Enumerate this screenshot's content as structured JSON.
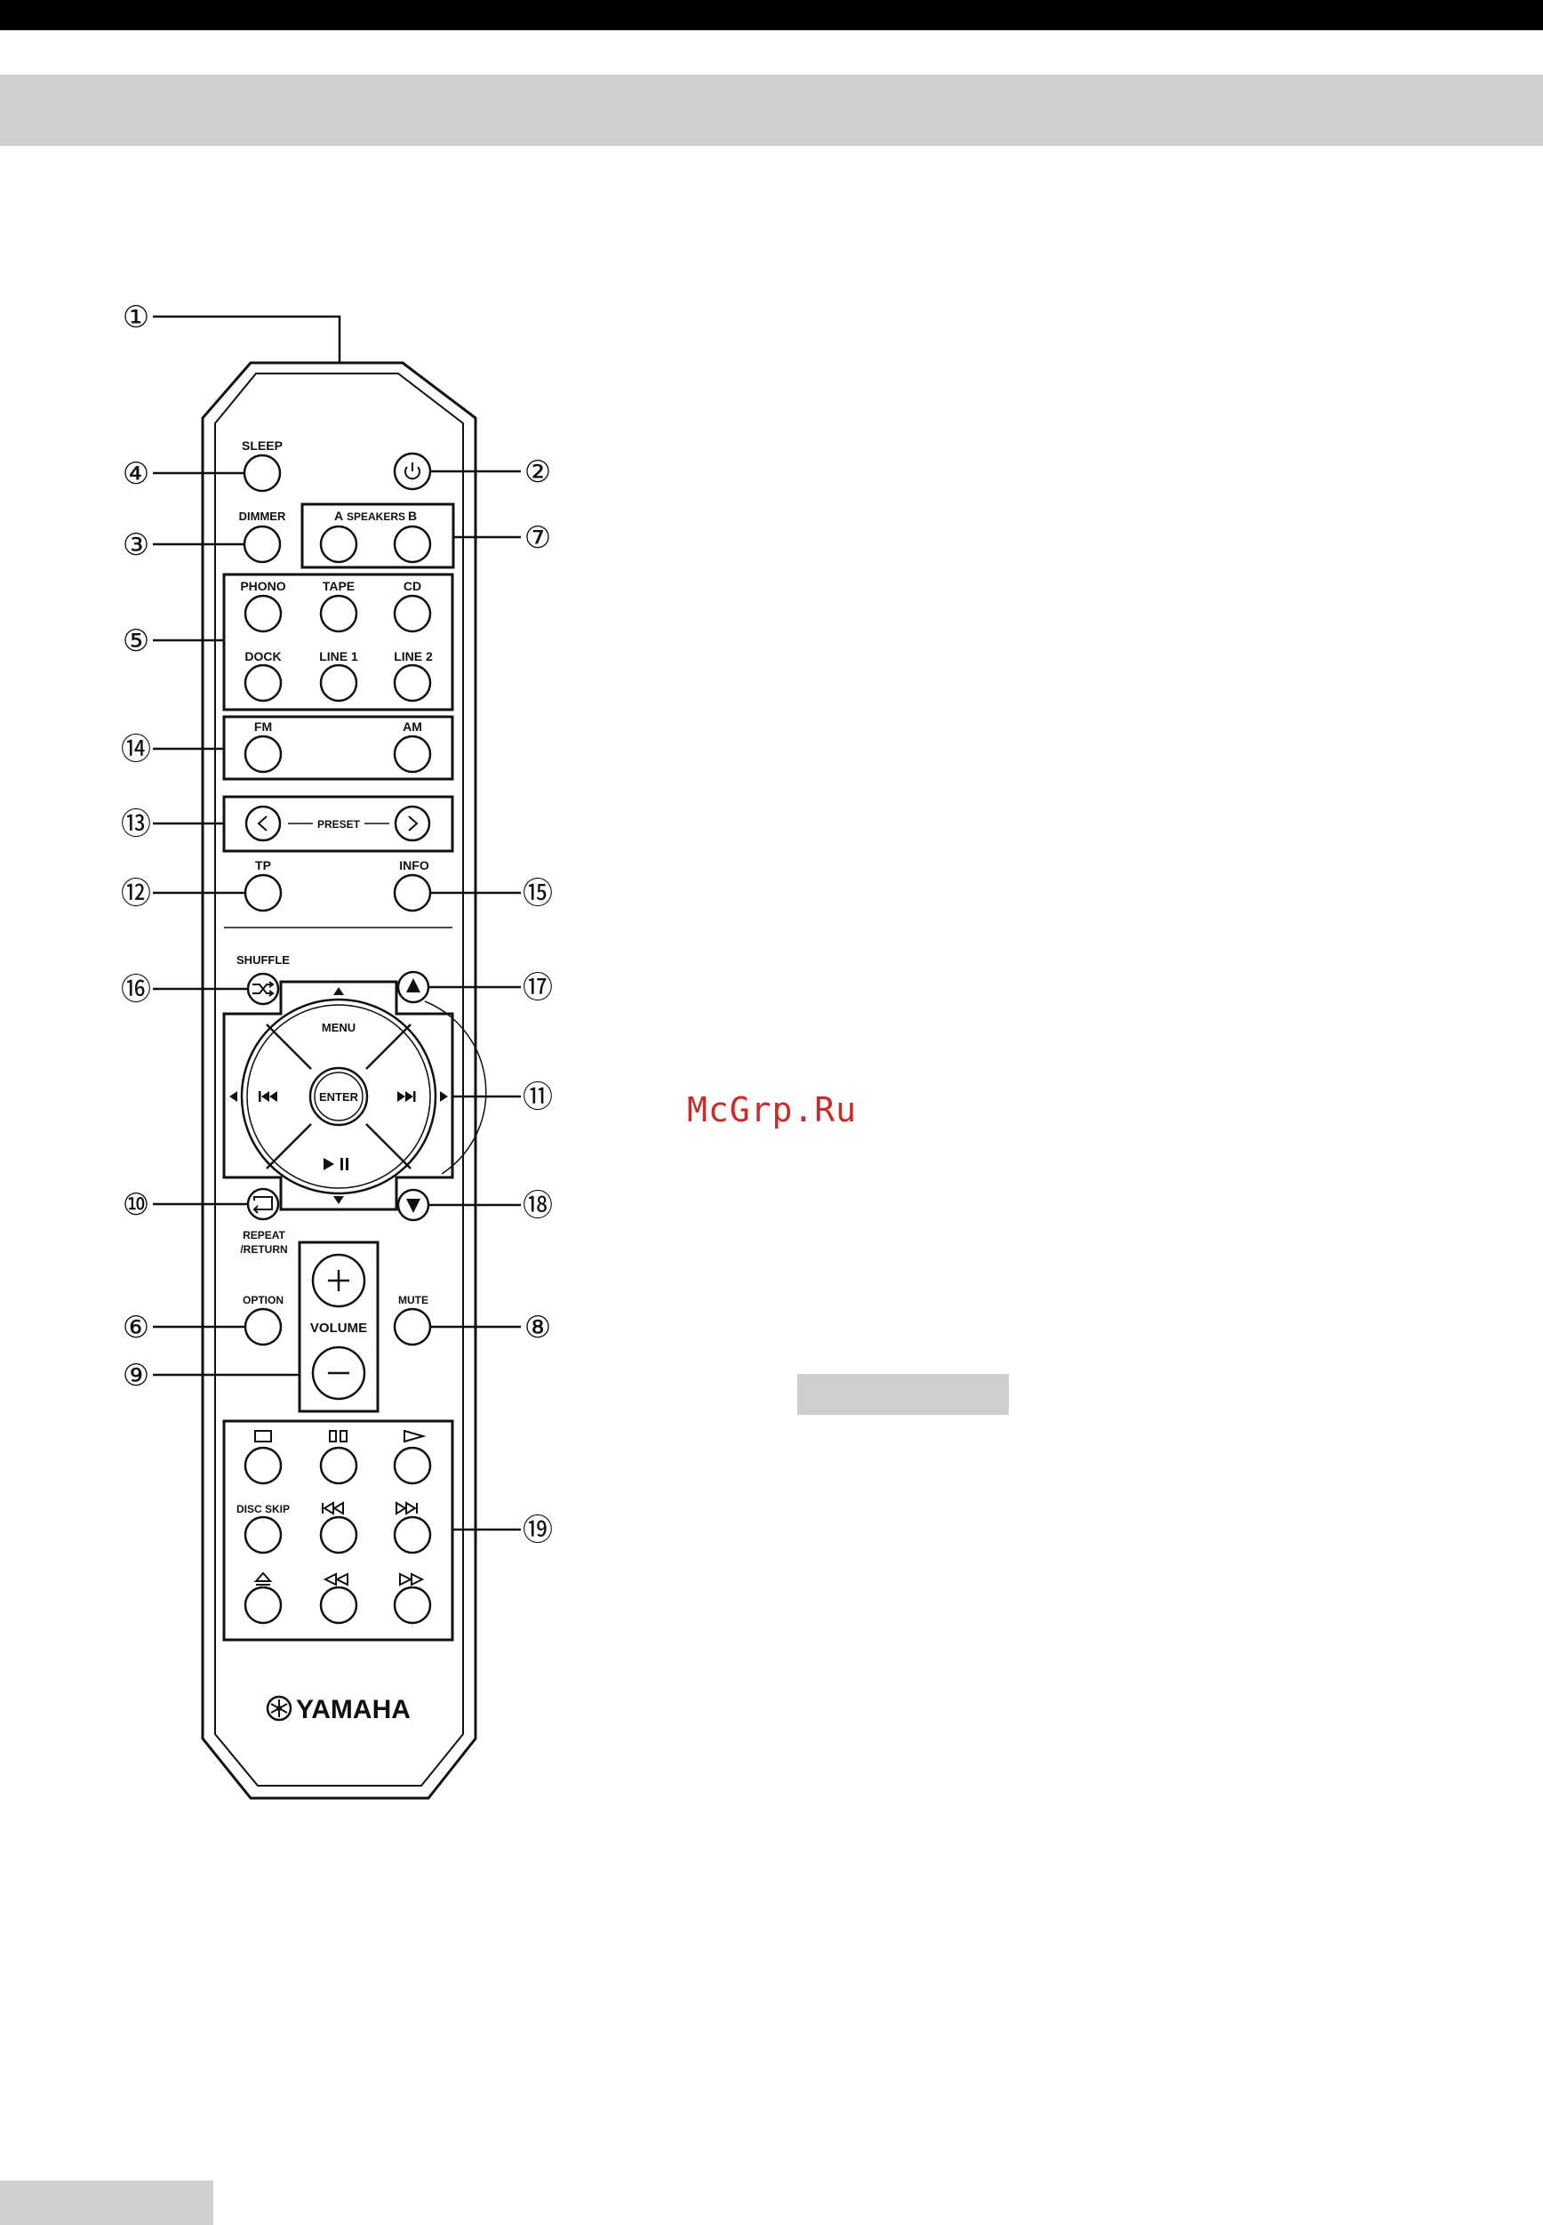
{
  "watermark": "McGrp.Ru",
  "remote": {
    "buttons": {
      "sleep": "SLEEP",
      "dimmer": "DIMMER",
      "speakers_a": "A",
      "speakers": "SPEAKERS",
      "speakers_b": "B",
      "phono": "PHONO",
      "tape": "TAPE",
      "cd": "CD",
      "dock": "DOCK",
      "line1": "LINE 1",
      "line2": "LINE 2",
      "fm": "FM",
      "am": "AM",
      "preset": "PRESET",
      "tp": "TP",
      "info": "INFO",
      "shuffle": "SHUFFLE",
      "menu": "MENU",
      "enter": "ENTER",
      "repeat": "REPEAT",
      "return": "/RETURN",
      "option": "OPTION",
      "volume": "VOLUME",
      "mute": "MUTE",
      "disc_skip": "DISC SKIP"
    },
    "brand": "YAMAHA"
  },
  "callouts": {
    "c1": "①",
    "c2": "②",
    "c3": "③",
    "c4": "④",
    "c5": "⑤",
    "c6": "⑥",
    "c7": "⑦",
    "c8": "⑧",
    "c9": "⑨",
    "c10": "⑩",
    "c11": "⑪",
    "c12": "⑫",
    "c13": "⑬",
    "c14": "⑭",
    "c15": "⑮",
    "c16": "⑯",
    "c17": "⑰",
    "c18": "⑱",
    "c19": "⑲"
  },
  "icons": {
    "power": "power-icon",
    "stop": "stop-icon",
    "pause": "pause-icon",
    "play": "play-icon",
    "skip_back": "skip-back-icon",
    "skip_forward": "skip-forward-icon",
    "eject": "eject-icon",
    "rewind": "rewind-icon",
    "fast_forward": "fast-forward-icon",
    "shuffle": "shuffle-icon",
    "repeat": "repeat-icon",
    "cursor_up": "cursor-up-icon",
    "cursor_down": "cursor-down-icon"
  }
}
